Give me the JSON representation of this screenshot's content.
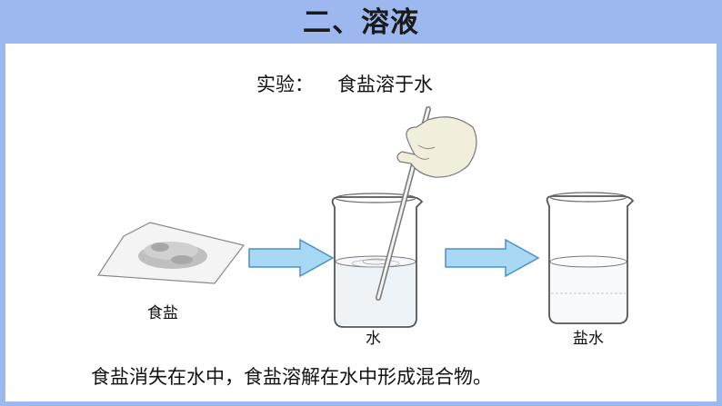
{
  "slide": {
    "title": "二、溶液",
    "experiment_label": "实验：",
    "experiment_name": "食盐溶于水",
    "labels": {
      "salt": "食盐",
      "water": "水",
      "salt_water": "盐水"
    },
    "conclusion": "食盐消失在水中，食盐溶解在水中形成混合物。"
  },
  "colors": {
    "background": "#9DB8EE",
    "panel": "#ffffff",
    "arrow_fill": "#A8D8F4",
    "arrow_stroke": "#4A90C8",
    "text": "#111111"
  },
  "icons": [
    "salt-on-paper-icon",
    "beaker-icon",
    "stirring-rod-icon",
    "hand-icon",
    "arrow-right-icon"
  ]
}
